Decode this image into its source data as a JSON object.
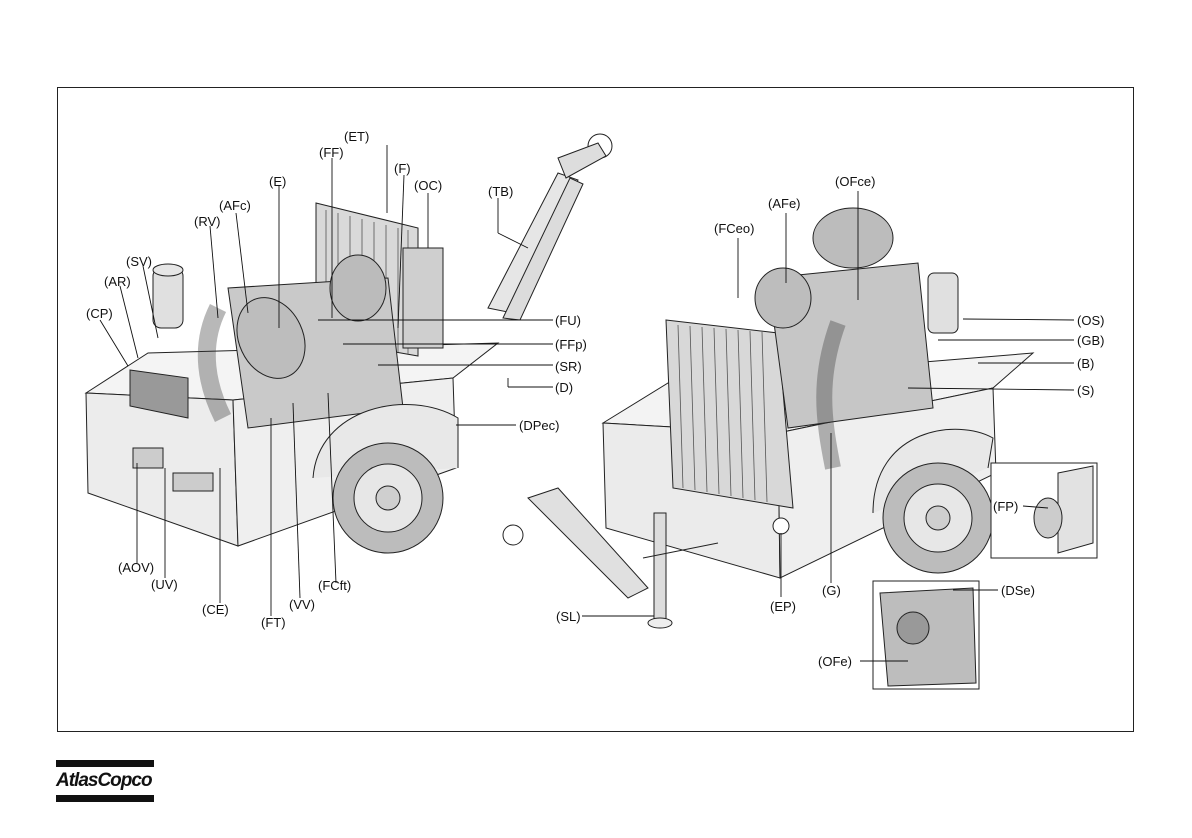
{
  "labels": {
    "ET": "(ET)",
    "FF": "(FF)",
    "E": "(E)",
    "F": "(F)",
    "OC": "(OC)",
    "TB": "(TB)",
    "AFc": "(AFc)",
    "RV": "(RV)",
    "SV": "(SV)",
    "AR": "(AR)",
    "CP": "(CP)",
    "FU": "(FU)",
    "FFp": "(FFp)",
    "SR": "(SR)",
    "D": "(D)",
    "DPec": "(DPec)",
    "AOV": "(AOV)",
    "UV": "(UV)",
    "CE": "(CE)",
    "FT": "(FT)",
    "VV": "(VV)",
    "FCft": "(FCft)",
    "SL": "(SL)",
    "EP": "(EP)",
    "G": "(G)",
    "OFce": "(OFce)",
    "AFe": "(AFe)",
    "FCeo": "(FCeo)",
    "OS": "(OS)",
    "GB": "(GB)",
    "B": "(B)",
    "S": "(S)",
    "FP": "(FP)",
    "DSe": "(DSe)",
    "OFe": "(OFe)"
  },
  "logo": {
    "text": "AtlasCopco"
  }
}
